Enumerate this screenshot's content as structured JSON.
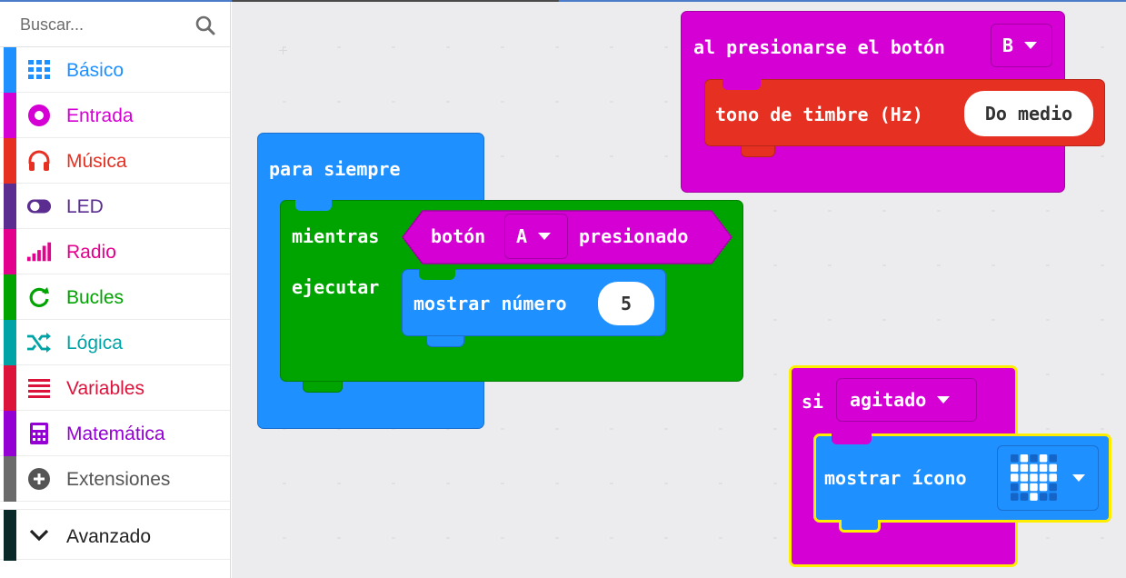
{
  "search": {
    "placeholder": "Buscar..."
  },
  "sidebar": {
    "items": [
      {
        "label": "Básico",
        "color": "#1e90ff",
        "icon": "grid-icon"
      },
      {
        "label": "Entrada",
        "color": "#d400d4",
        "icon": "target-icon"
      },
      {
        "label": "Música",
        "color": "#e63022",
        "icon": "headphones-icon"
      },
      {
        "label": "LED",
        "color": "#5c2d91",
        "icon": "toggle-icon"
      },
      {
        "label": "Radio",
        "color": "#e3008c",
        "icon": "signal-bars-icon"
      },
      {
        "label": "Bucles",
        "color": "#00a4a6",
        "icon": "loop-icon"
      },
      {
        "label": "Lógica",
        "color": "#00a4a6",
        "icon": "shuffle-icon"
      },
      {
        "label": "Variables",
        "color": "#dc143c",
        "icon": "lines-icon"
      },
      {
        "label": "Matemática",
        "color": "#9400d3",
        "icon": "calculator-icon"
      },
      {
        "label": "Extensiones",
        "color": "#555555",
        "icon": "plus-circle-icon"
      }
    ],
    "advanced": {
      "label": "Avanzado",
      "icon": "chevron-down-icon"
    }
  },
  "blocks": {
    "button_event": {
      "label": "al presionarse el botón",
      "button": "B"
    },
    "ring_tone": {
      "label": "tono de timbre (Hz)",
      "note": "Do medio"
    },
    "forever": {
      "label": "para siempre"
    },
    "while": {
      "label": "mientras",
      "do_label": "ejecutar"
    },
    "button_pressed": {
      "label": "botón",
      "button": "A",
      "suffix": "presionado"
    },
    "show_number": {
      "label": "mostrar número",
      "value": "5"
    },
    "gesture_event": {
      "label": "si",
      "gesture": "agitado"
    },
    "show_icon": {
      "label": "mostrar ícono",
      "icon": "heart-icon"
    }
  },
  "colors": {
    "basic": "#1e90ff",
    "input": "#d400d4",
    "music": "#e63022",
    "loops": "#00a400",
    "highlight": "#ffee00"
  }
}
